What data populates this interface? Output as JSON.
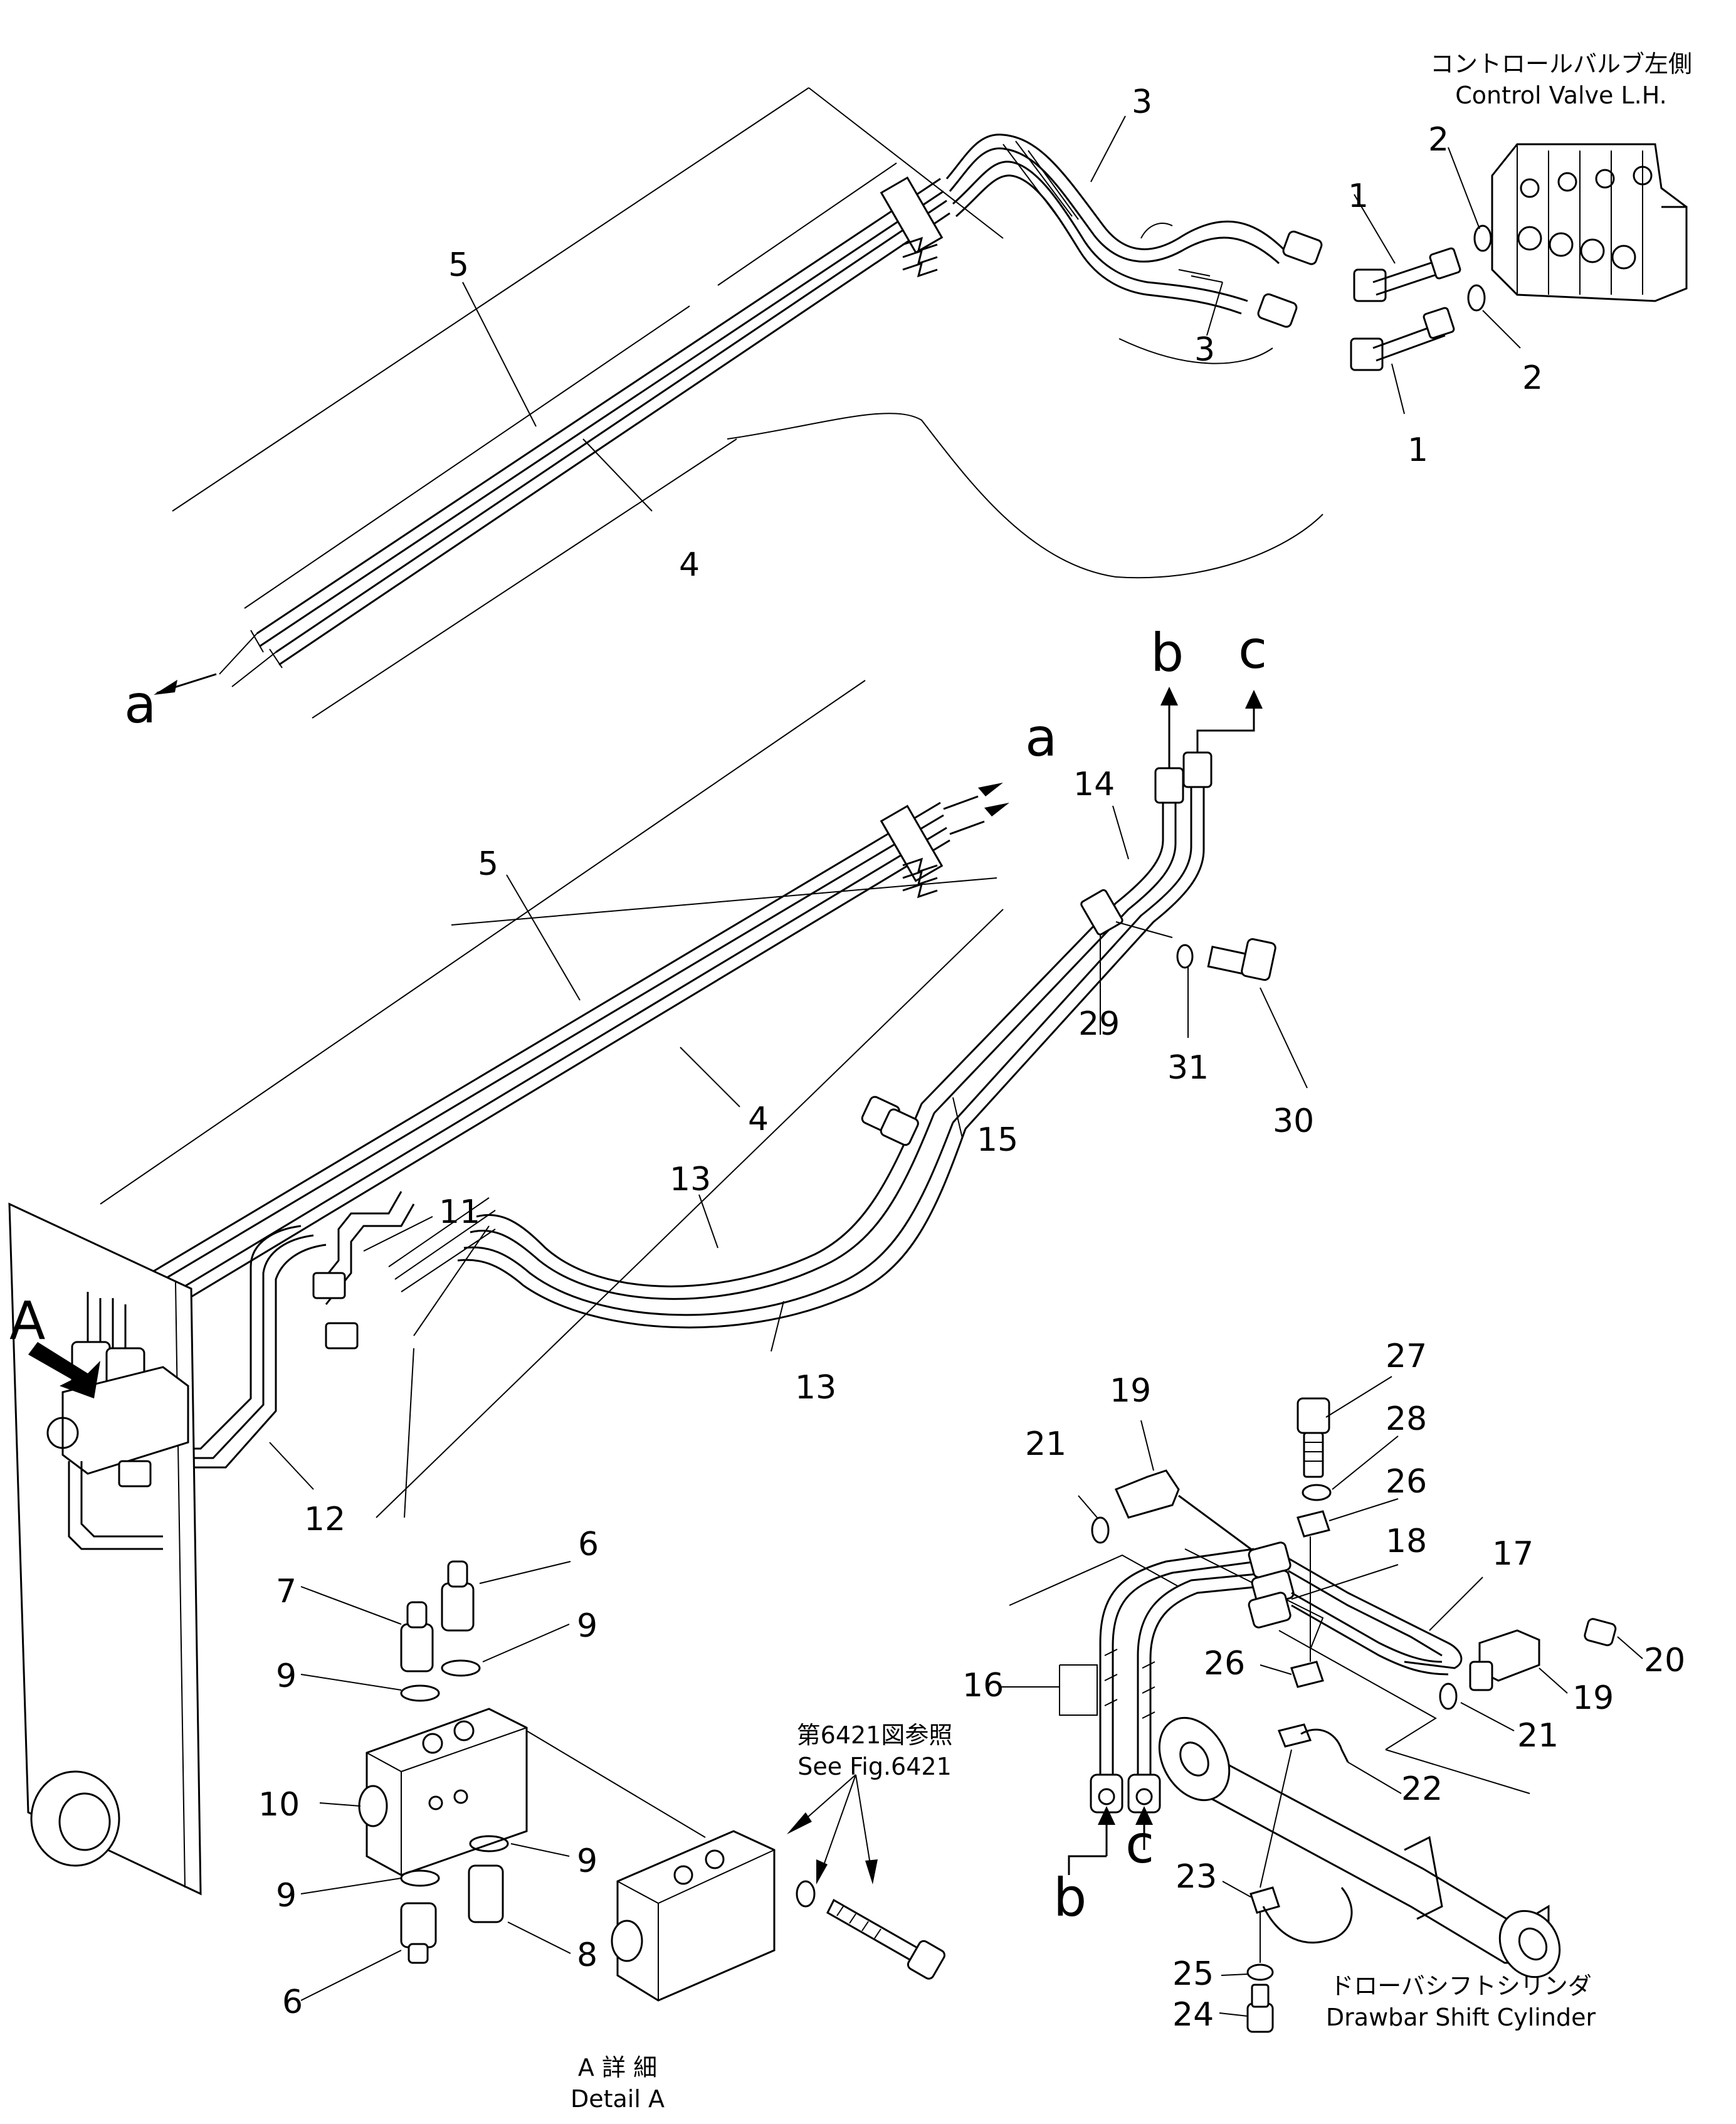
{
  "header": {
    "title_jp": "コントロールバルブ左側",
    "title_en": "Control Valve L.H."
  },
  "labels": {
    "cylinder_jp": "ドローバシフトシリンダ",
    "cylinder_en": "Drawbar Shift Cylinder",
    "ref_jp": "第6421図参照",
    "ref_en": "See Fig.6421",
    "detail_jp": "A 詳 細",
    "detail_en": "Detail A"
  },
  "markers": {
    "A": "A",
    "a": "a",
    "b": "b",
    "c": "c"
  },
  "parts": {
    "p1": "1",
    "p2": "2",
    "p3": "3",
    "p4": "4",
    "p5": "5",
    "p6": "6",
    "p7": "7",
    "p8": "8",
    "p9": "9",
    "p10": "10",
    "p11": "11",
    "p12": "12",
    "p13": "13",
    "p14": "14",
    "p15": "15",
    "p16": "16",
    "p17": "17",
    "p18": "18",
    "p19": "19",
    "p20": "20",
    "p21": "21",
    "p22": "22",
    "p23": "23",
    "p24": "24",
    "p25": "25",
    "p26": "26",
    "p27": "27",
    "p28": "28",
    "p29": "29",
    "p30": "30",
    "p31": "31"
  }
}
